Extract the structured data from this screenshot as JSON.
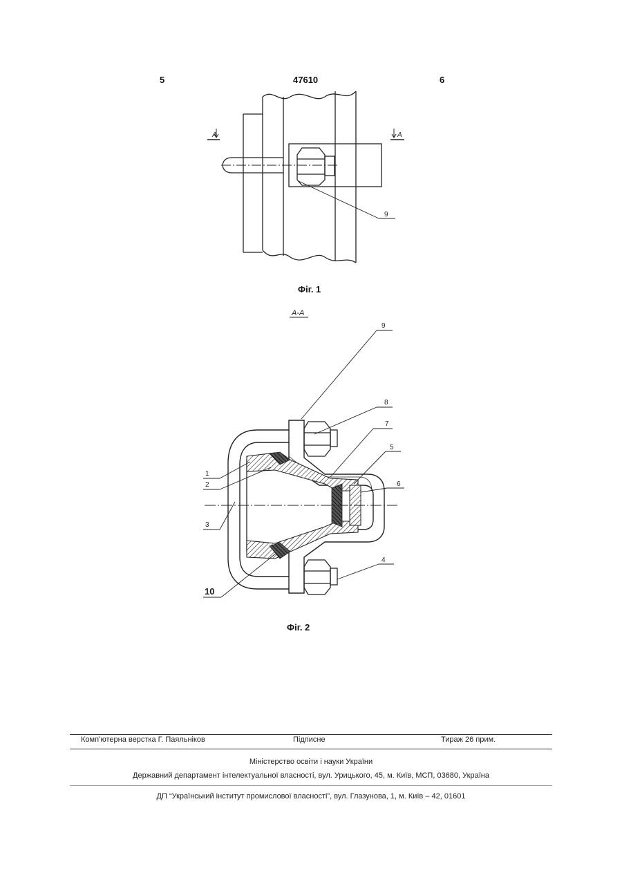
{
  "header": {
    "page_left": "5",
    "patent_number": "47610",
    "page_right": "6"
  },
  "figure1": {
    "caption": "Фіг. 1",
    "section_mark_left": "A",
    "section_mark_right": "A",
    "callout": "9"
  },
  "figure2": {
    "caption": "Фіг. 2",
    "section_title": "A-A",
    "callouts": [
      "1",
      "2",
      "3",
      "4",
      "5",
      "6",
      "7",
      "8",
      "9",
      "10"
    ]
  },
  "footer": {
    "layout": "Комп’ютерна верстка Г. Паяльніков",
    "signed": "Підписне",
    "circulation": "Тираж 26 прим.",
    "ministry": "Міністерство освіти і науки України",
    "department": "Державний департамент інтелектуальної власності, вул. Урицького, 45, м. Київ, МСП, 03680, Україна",
    "institute": "ДП “Український інститут промислової власності”, вул. Глазунова, 1, м. Київ – 42, 01601"
  }
}
